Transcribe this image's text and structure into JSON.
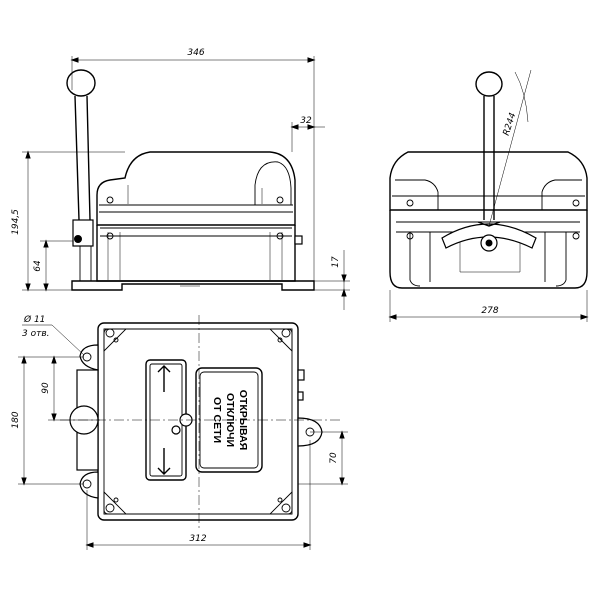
{
  "dimensions": {
    "total_width": "346",
    "flange_offset": "32",
    "overall_height": "194,5",
    "axis_height": "64",
    "foot_height": "17",
    "lever_radius": "R244",
    "side_width": "278",
    "hole_diameter": "Ø 11",
    "hole_count": "3 отв.",
    "hole_spacing_left": "90",
    "base_height": "180",
    "right_hole_offset": "70",
    "bottom_width": "312"
  },
  "plate_label": {
    "lines": [
      "ОТКРЫВАЯ",
      "ОТКЛЮЧИ",
      "ОТ СЕТИ"
    ]
  }
}
